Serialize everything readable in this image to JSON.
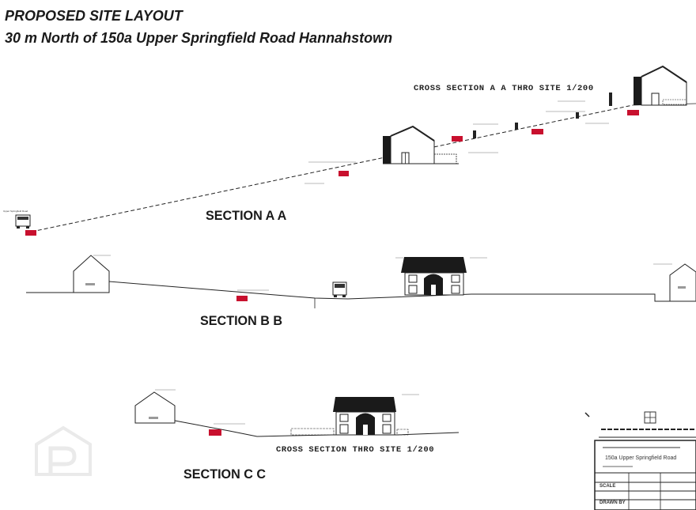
{
  "header": {
    "title": "PROPOSED SITE LAYOUT",
    "subtitle": "30 m North of 150a Upper Springfield Road Hannahstown"
  },
  "sections": {
    "a": {
      "label": "SECTION A   A",
      "caption": "CROSS SECTION A  A THRO SITE  1/200"
    },
    "b": {
      "label": "SECTION B   B"
    },
    "c": {
      "label": "SECTION C    C",
      "caption": "CROSS SECTION    THRO SITE  1/200"
    }
  },
  "title_block": {
    "road": "150a Upper Springfield Road",
    "scale_label": "SCALE",
    "drawn_label": "DRAWN BY"
  },
  "colors": {
    "line": "#222222",
    "marker": "#c8102e",
    "roof": "#1a1a1a",
    "watermark": "#d9d9d9"
  }
}
